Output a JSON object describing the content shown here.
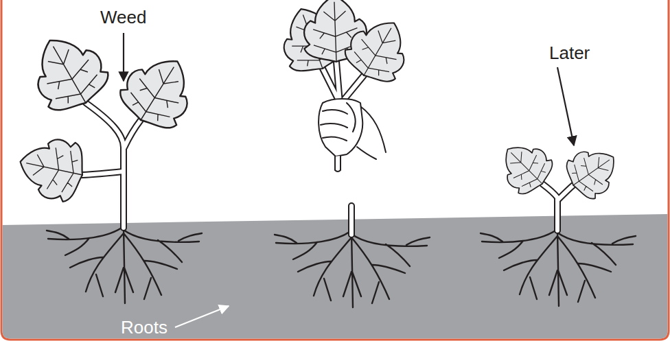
{
  "diagram": {
    "labels": [
      "Weed",
      "Later",
      "Roots"
    ]
  }
}
